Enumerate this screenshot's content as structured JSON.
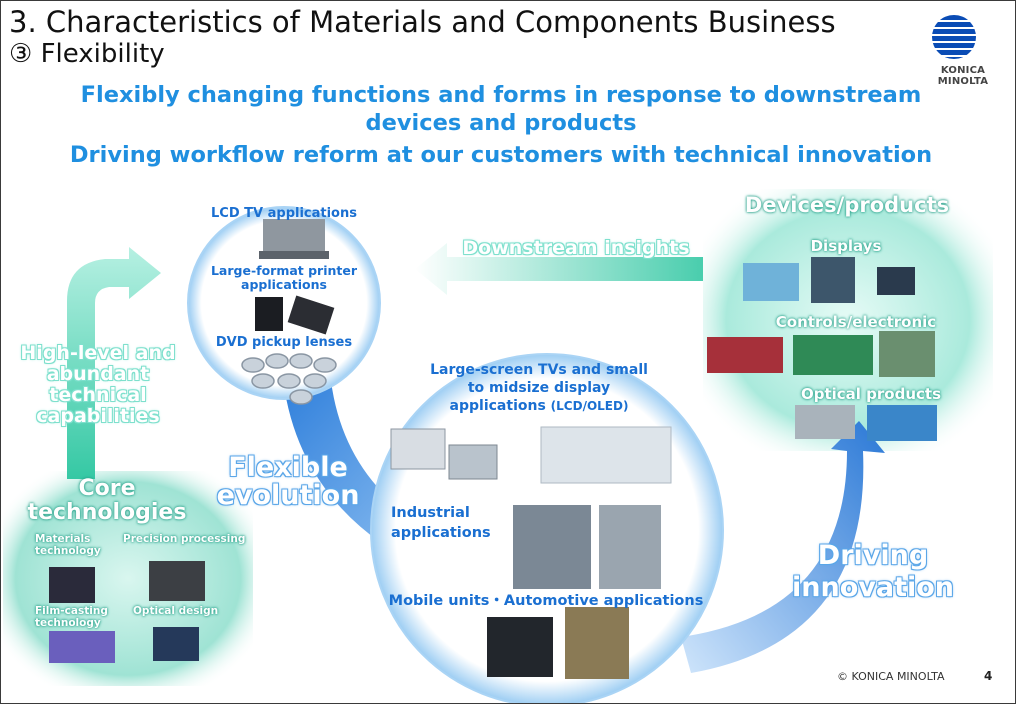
{
  "header": {
    "title": "3. Characteristics of Materials and Components Business",
    "subtitle": "③ Flexibility",
    "brand": "KONICA MINOLTA"
  },
  "lead": {
    "line1": "Flexibly changing functions and forms in response to downstream",
    "line2": "devices and products",
    "line3": "Driving workflow reform at our customers with technical innovation"
  },
  "top_circle": {
    "lcd": "LCD TV applications",
    "printer_l1": "Large-format printer",
    "printer_l2": "applications",
    "dvd": "DVD pickup lenses"
  },
  "arrows": {
    "downstream": "Downstream insights",
    "capabilities_l1": "High-level and",
    "capabilities_l2": "abundant",
    "capabilities_l3": "technical",
    "capabilities_l4": "capabilities",
    "flexible_l1": "Flexible",
    "flexible_l2": "evolution",
    "driving_l1": "Driving",
    "driving_l2": "innovation"
  },
  "devices": {
    "heading": "Devices/products",
    "displays": "Displays",
    "controls": "Controls/electronic",
    "optical": "Optical products"
  },
  "core": {
    "heading_l1": "Core",
    "heading_l2": "technologies",
    "materials_l1": "Materials",
    "materials_l2": "technology",
    "precision": "Precision processing",
    "film_l1": "Film-casting",
    "film_l2": "technology",
    "optical_design": "Optical design"
  },
  "big_circle": {
    "screens_l1": "Large-screen TVs and small",
    "screens_l2": "to midsize display",
    "screens_l3a": "applications ",
    "screens_l3b": "(LCD/OLED)",
    "industrial_l1": "Industrial",
    "industrial_l2": "applications",
    "mobile": "Mobile units・Automotive applications"
  },
  "footer": {
    "copyright": "© KONICA MINOLTA",
    "page": "4"
  },
  "colors": {
    "accent_blue": "#1f8fe0",
    "label_blue": "#1a6fd1",
    "teal": "#7ee0cd"
  }
}
